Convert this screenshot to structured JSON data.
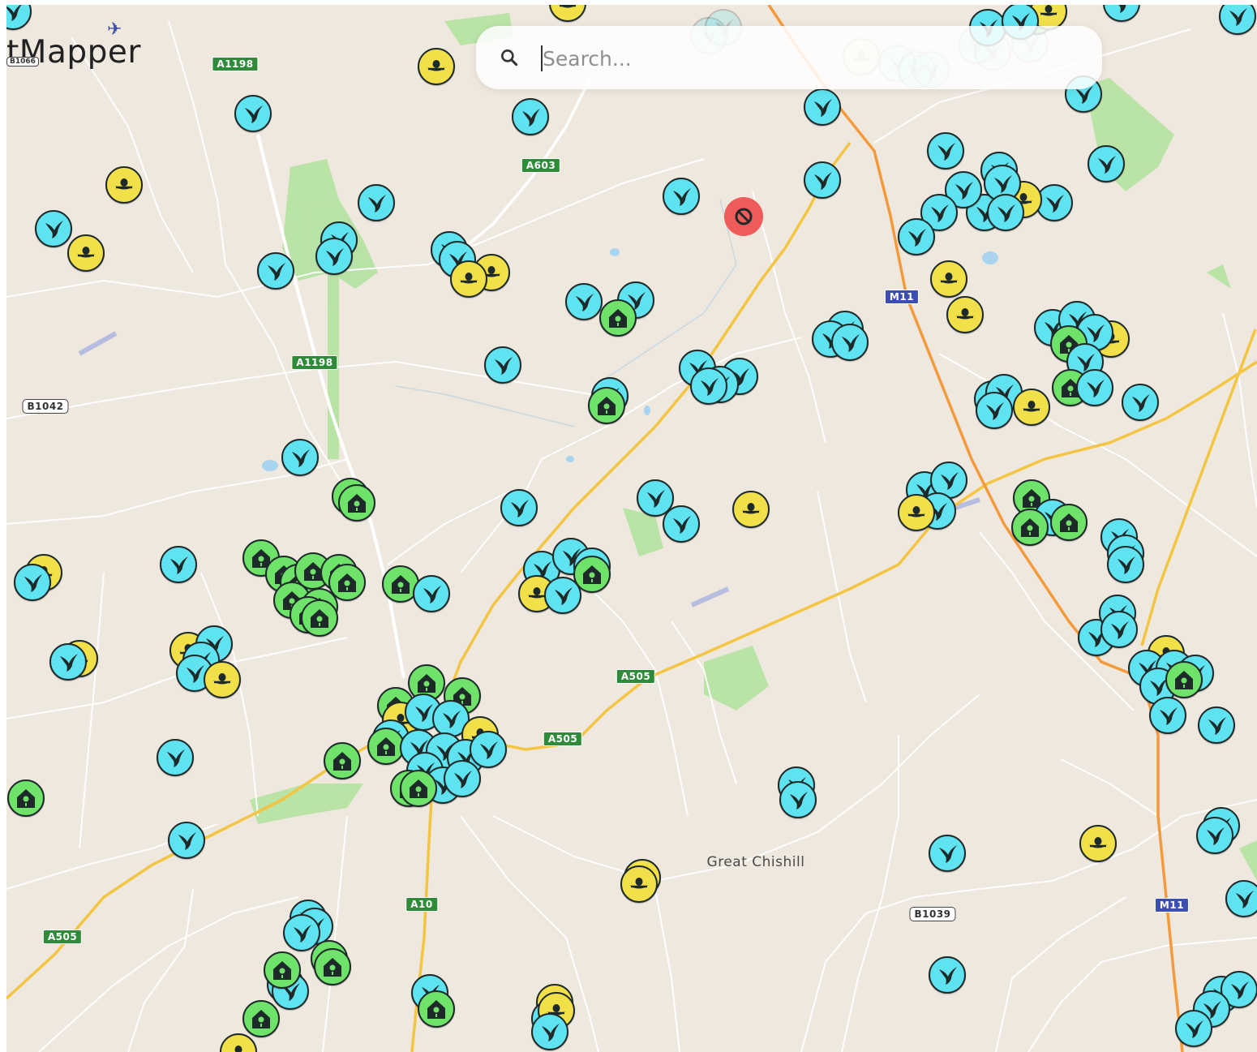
{
  "app": {
    "logo_text": "tMapper",
    "logo_badge": "B1066"
  },
  "search": {
    "placeholder": "Search...",
    "value": ""
  },
  "road_labels": [
    {
      "id": "a1198-north",
      "text": "A1198",
      "kind": "a"
    },
    {
      "id": "a603",
      "text": "A603",
      "kind": "a"
    },
    {
      "id": "a1198-mid",
      "text": "A1198",
      "kind": "a"
    },
    {
      "id": "b1042",
      "text": "B1042",
      "kind": "b"
    },
    {
      "id": "m11-north",
      "text": "M11",
      "kind": "m"
    },
    {
      "id": "a505-east",
      "text": "A505",
      "kind": "a"
    },
    {
      "id": "a505-mid",
      "text": "A505",
      "kind": "a"
    },
    {
      "id": "a505-west",
      "text": "A505",
      "kind": "a"
    },
    {
      "id": "a10",
      "text": "A10",
      "kind": "a"
    },
    {
      "id": "b1039",
      "text": "B1039",
      "kind": "b"
    },
    {
      "id": "m11-south",
      "text": "M11",
      "kind": "m"
    }
  ],
  "places": [
    {
      "name": "Great Chishill"
    }
  ],
  "marker_types": {
    "bird": {
      "icon": "swift-bird-icon",
      "color": "#5fe3f0"
    },
    "nest": {
      "icon": "nest-egg-icon",
      "color": "#f2e04a"
    },
    "house": {
      "icon": "nest-box-house-icon",
      "color": "#6fe26a"
    },
    "noentry": {
      "icon": "no-entry-icon",
      "color": "#ef5a5a"
    }
  },
  "colors": {
    "map_background": "#efe8df",
    "motorway": "#f39a3c",
    "a_road": "#f4c542",
    "minor_road": "#ffffff",
    "park": "#a9dc90",
    "water": "#a8d4f0"
  }
}
